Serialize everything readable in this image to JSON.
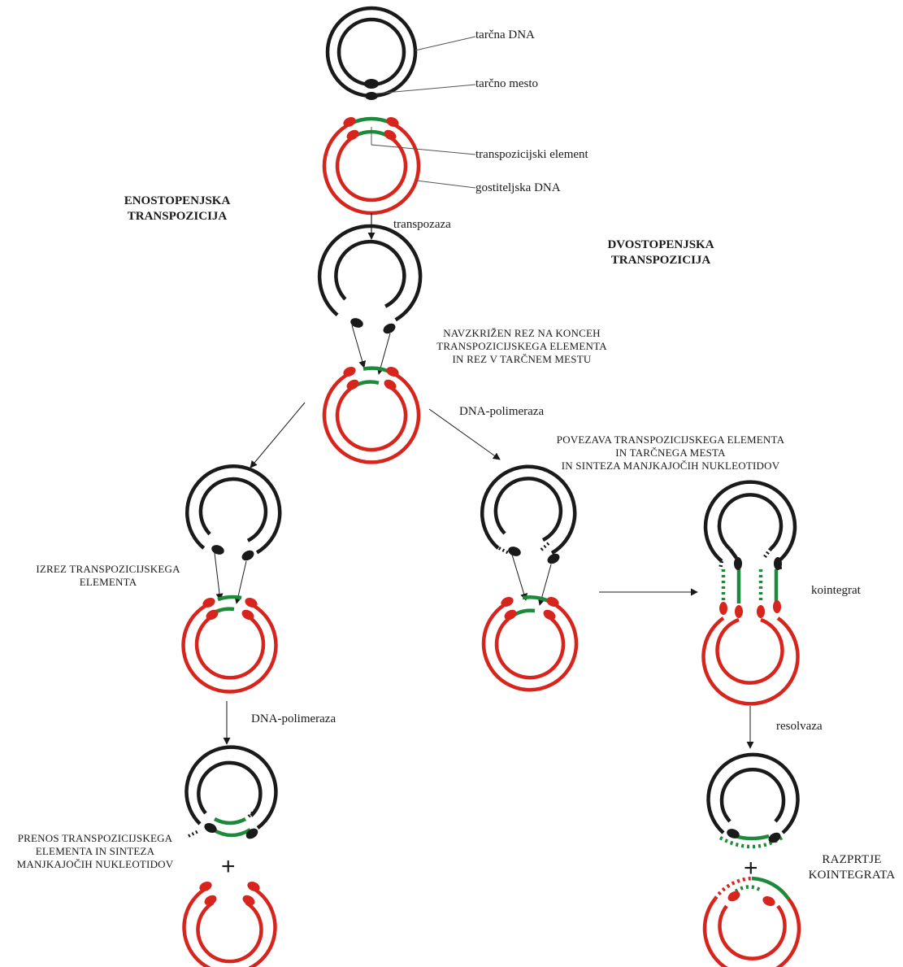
{
  "colors": {
    "target": "#1a1a1a",
    "host": "#d7241c",
    "element": "#1c8a3a"
  },
  "labels": {
    "tarcna_dna": "tarčna DNA",
    "tarcno_mesto": "tarčno mesto",
    "transpozicijski_element": "transpozicijski element",
    "gostiteljska_dna": "gostiteljska DNA",
    "transpozaza": "transpozaza",
    "dna_polimeraza_center": "DNA-polimeraza",
    "dna_polimeraza_left": "DNA-polimeraza",
    "kointegrat": "kointegrat",
    "resolvaza": "resolvaza"
  },
  "headings": {
    "enostopenjska": [
      "ENOSTOPENJSKA",
      "TRANSPOZICIJA"
    ],
    "dvostopenjska": [
      "DVOSTOPENJSKA",
      "TRANSPOZICIJA"
    ]
  },
  "captions": {
    "navzkrizen": [
      "NAVZKRIŽEN REZ NA KONCEH",
      "TRANSPOZICIJSKEGA ELEMENTA",
      "IN REZ V TARČNEM MESTU"
    ],
    "povezava": [
      "POVEZAVA TRANSPOZICIJSKEGA ELEMENTA",
      "IN TARČNEGA MESTA",
      "IN SINTEZA MANJKAJOČIH NUKLEOTIDOV"
    ],
    "izrez": [
      "IZREZ TRANSPOZICIJSKEGA",
      "ELEMENTA"
    ],
    "prenos": [
      "PRENOS TRANSPOZICIJSKEGA",
      "ELEMENTA IN SINTEZA",
      "MANJKAJOČIH NUKLEOTIDOV"
    ],
    "razprtje": [
      "RAZPRTJE",
      "KOINTEGRATA"
    ]
  },
  "symbols": {
    "plus": "+"
  }
}
